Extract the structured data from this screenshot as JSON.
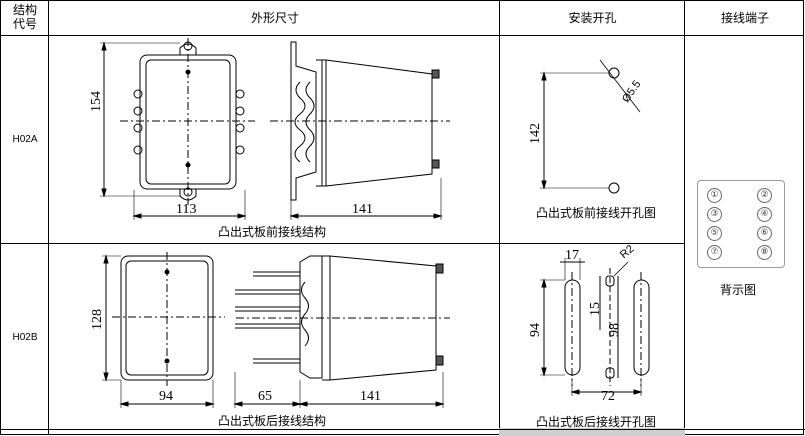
{
  "header": {
    "col_code": "结构\n代号",
    "col_code_line1": "结构",
    "col_code_line2": "代号",
    "col_dims": "外形尺寸",
    "col_mount": "安装开孔",
    "col_terminal": "接线端子"
  },
  "rows": [
    {
      "code": "H02A",
      "dims": {
        "front_height": "154",
        "front_width": "113",
        "side_depth": "141"
      },
      "dims_caption": "凸出式板前接线结构",
      "mount": {
        "height": "142",
        "hole": "Ø5.5"
      },
      "mount_caption": "凸出式板前接线开孔图"
    },
    {
      "code": "H02B",
      "dims": {
        "front_height": "128",
        "front_width": "94",
        "rear_depth": "65",
        "side_depth": "141"
      },
      "dims_caption": "凸出式板后接线结构",
      "mount": {
        "slot_width": "17",
        "radius": "R2",
        "slot_length": "94",
        "inner": "15",
        "pitch": "98",
        "spacing": "72"
      },
      "mount_caption": "凸出式板后接线开孔图"
    }
  ],
  "terminal": {
    "numbers": [
      "①",
      "②",
      "③",
      "④",
      "⑤",
      "⑥",
      "⑦",
      "⑧"
    ],
    "caption": "背示图"
  }
}
